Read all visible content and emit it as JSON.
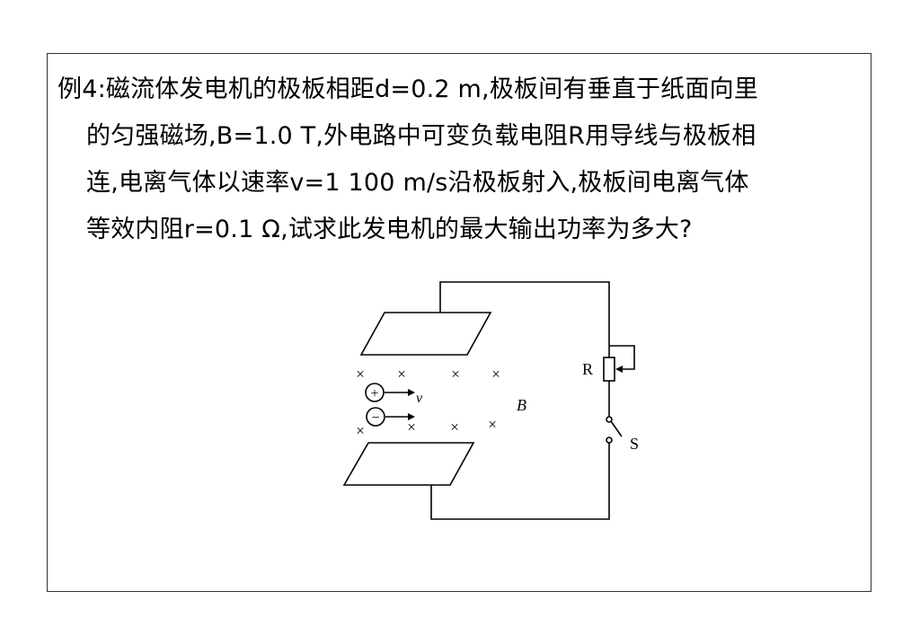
{
  "problem": {
    "lines": [
      "例4:磁流体发电机的极板相距d=0.2 m,极板间有垂直于纸面向里",
      "的匀强磁场,B=1.0 T,外电路中可变负载电阻R用导线与极板相",
      "连,电离气体以速率v=1 100 m/s沿极板射入,极板间电离气体",
      "等效内阻r=0.1 Ω,试求此发电机的最大输出功率为多大?"
    ]
  },
  "figure": {
    "labels": {
      "resistor": "R",
      "switch": "S",
      "field": "B",
      "velocity": "v",
      "positive_charge": "+",
      "negative_charge": "−"
    }
  }
}
